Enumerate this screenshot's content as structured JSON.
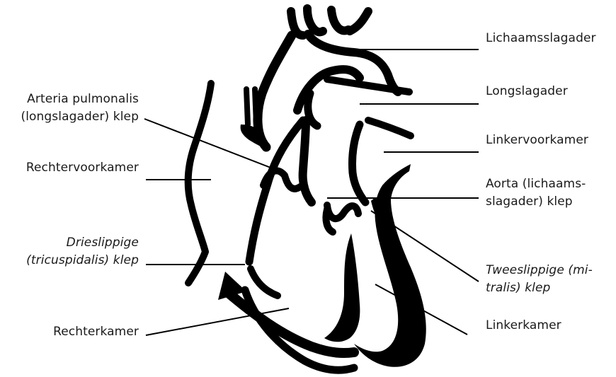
{
  "diagram": {
    "labels": {
      "lichaamsslagader": {
        "lines": [
          "Lichaamsslagader"
        ]
      },
      "longslagader": {
        "lines": [
          "Longslagader"
        ]
      },
      "linkervoorkamer": {
        "lines": [
          "Linkervoorkamer"
        ]
      },
      "aorta_klep": {
        "lines": [
          "Aorta (lichaams-",
          "slagader) klep"
        ]
      },
      "tweeslippige_klep": {
        "lines": [
          "Tweeslippige (mi-",
          "tralis) klep"
        ]
      },
      "linkerkamer": {
        "lines": [
          "Linkerkamer"
        ]
      },
      "arteria_pulmonalis_klep": {
        "lines": [
          "Arteria pulmonalis",
          "(longslagader) klep"
        ]
      },
      "rechtervoorkamer": {
        "lines": [
          "Rechtervoorkamer"
        ]
      },
      "drieslippige_klep": {
        "lines": [
          "Drieslippige",
          "(tricuspidalis) klep"
        ]
      },
      "rechterkamer": {
        "lines": [
          "Rechterkamer"
        ]
      }
    },
    "colors": {
      "ink": "#000000",
      "text": "#1a1a1a",
      "background": "#ffffff"
    }
  }
}
